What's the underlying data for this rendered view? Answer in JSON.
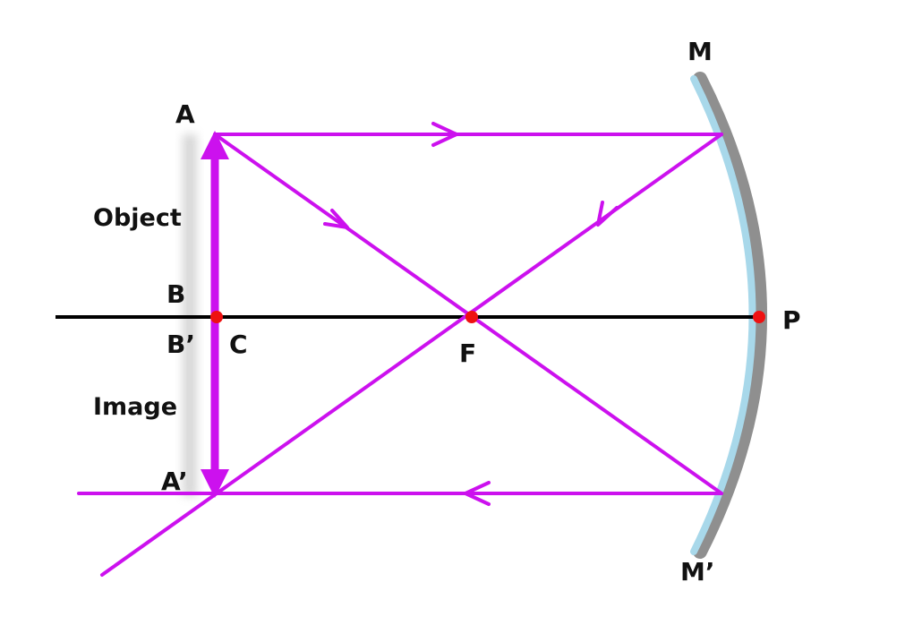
{
  "labels": {
    "top_object": "A",
    "object_base": "B",
    "image_base": "B’",
    "center_of_curvature": "C",
    "focus": "F",
    "pole": "P",
    "mirror_top": "M",
    "mirror_bottom": "M’",
    "image_top": "A’",
    "object_caption": "Object",
    "image_caption": "Image"
  },
  "colors": {
    "ray": "#cc11ee",
    "axis": "#000000",
    "point": "#ee1111",
    "mirror_face": "#a8d8ea",
    "mirror_back": "#8f8f8f",
    "label": "#111111"
  }
}
